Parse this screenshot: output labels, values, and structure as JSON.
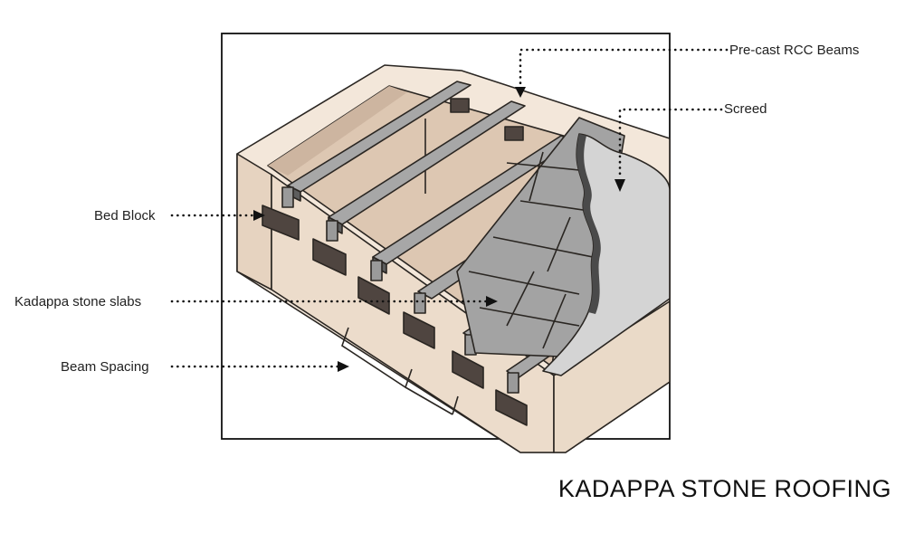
{
  "title": "KADAPPA STONE ROOFING",
  "labels": {
    "precast_beams": "Pre-cast RCC Beams",
    "screed": "Screed",
    "bed_block": "Bed Block",
    "stone_slabs": "Kadappa stone slabs",
    "beam_spacing": "Beam Spacing"
  },
  "colors": {
    "wall_face": "#ecdccb",
    "wall_top": "#f3e7da",
    "wall_inner": "#ddc7b2",
    "beam_top": "#a7a7a7",
    "beam_side": "#5d5d5d",
    "bed_block": "#4f4540",
    "stone_slab": "#a3a3a3",
    "screed": "#d4d4d4"
  }
}
